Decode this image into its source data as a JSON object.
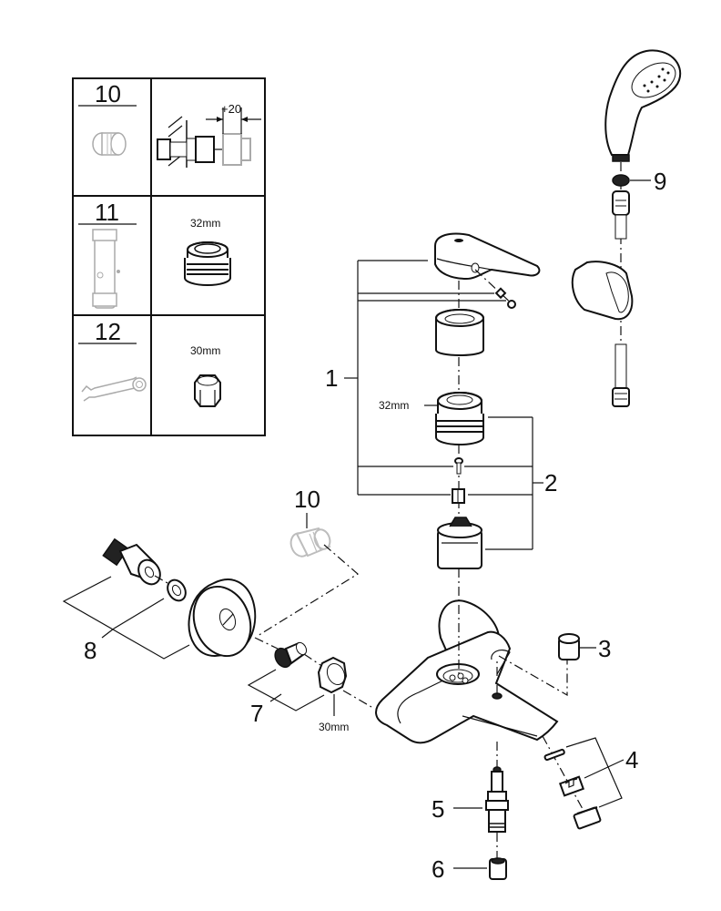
{
  "diagram": {
    "title": "",
    "type": "exploded-parts-view",
    "accessory_table": {
      "rows": [
        {
          "item": "10",
          "detail_label": "+20",
          "description": "extension piece (+20)"
        },
        {
          "item": "11",
          "detail_label": "32mm",
          "description": "cartridge tool"
        },
        {
          "item": "12",
          "detail_label": "30mm",
          "description": "spanner"
        }
      ]
    },
    "callouts": [
      {
        "number": "1",
        "part": "lever handle assembly"
      },
      {
        "number": "2",
        "part": "cartridge assembly"
      },
      {
        "number": "3",
        "part": "cap"
      },
      {
        "number": "4",
        "part": "aerator set"
      },
      {
        "number": "5",
        "part": "diverter"
      },
      {
        "number": "6",
        "part": "diverter knob"
      },
      {
        "number": "7",
        "part": "connection nut set"
      },
      {
        "number": "8",
        "part": "S-union set"
      },
      {
        "number": "9",
        "part": "washer"
      },
      {
        "number": "10",
        "part": "extension"
      }
    ],
    "dimension_labels": {
      "cartridge_nut": "32mm",
      "union_nut": "30mm"
    }
  }
}
